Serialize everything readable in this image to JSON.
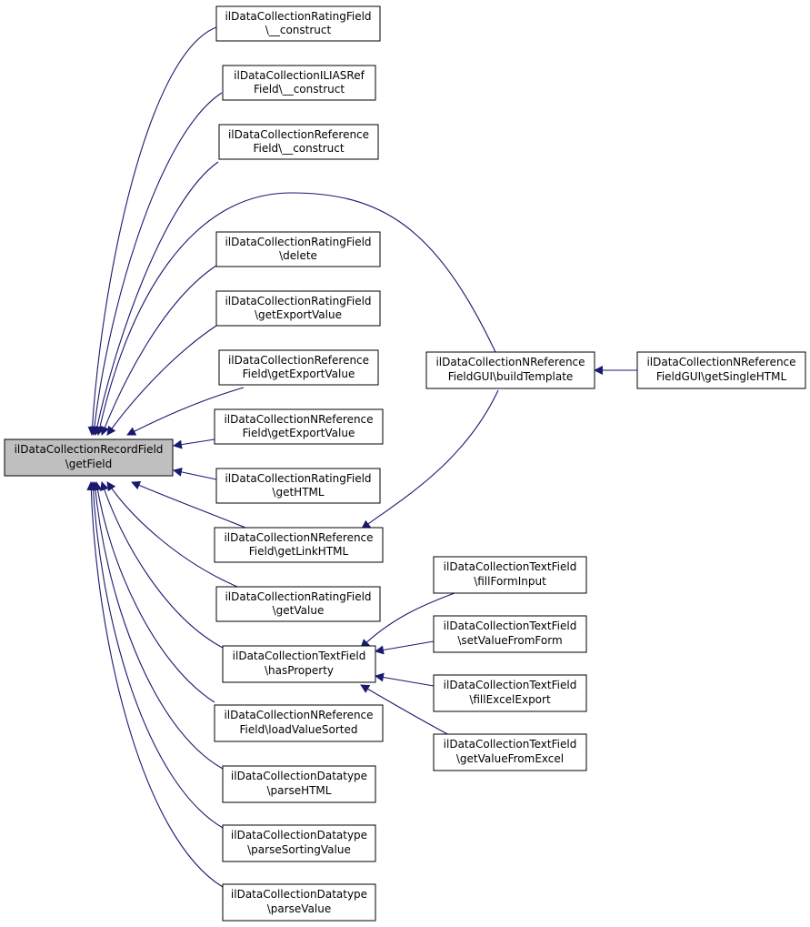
{
  "colors": {
    "edge": "#191970",
    "node_fill": "#ffffff",
    "node_highlight_fill": "#bfbfbf",
    "node_border": "#000000"
  },
  "nodes": [
    {
      "id": "root",
      "line1": "ilDataCollectionRecordField",
      "line2": "\\getField",
      "highlight": true
    },
    {
      "id": "rating-construct",
      "line1": "ilDataCollectionRatingField",
      "line2": "\\__construct"
    },
    {
      "id": "iliasref-construct",
      "line1": "ilDataCollectionILIASRef",
      "line2": "Field\\__construct"
    },
    {
      "id": "reference-construct",
      "line1": "ilDataCollectionReference",
      "line2": "Field\\__construct"
    },
    {
      "id": "rating-delete",
      "line1": "ilDataCollectionRatingField",
      "line2": "\\delete"
    },
    {
      "id": "rating-getexportvalue",
      "line1": "ilDataCollectionRatingField",
      "line2": "\\getExportValue"
    },
    {
      "id": "reference-getexportvalue",
      "line1": "ilDataCollectionReference",
      "line2": "Field\\getExportValue"
    },
    {
      "id": "nreference-getexportvalue",
      "line1": "ilDataCollectionNReference",
      "line2": "Field\\getExportValue"
    },
    {
      "id": "rating-gethtml",
      "line1": "ilDataCollectionRatingField",
      "line2": "\\getHTML"
    },
    {
      "id": "nreference-getlinkhtml",
      "line1": "ilDataCollectionNReference",
      "line2": "Field\\getLinkHTML"
    },
    {
      "id": "rating-getvalue",
      "line1": "ilDataCollectionRatingField",
      "line2": "\\getValue"
    },
    {
      "id": "text-hasproperty",
      "line1": "ilDataCollectionTextField",
      "line2": "\\hasProperty"
    },
    {
      "id": "nreference-loadvaluesorted",
      "line1": "ilDataCollectionNReference",
      "line2": "Field\\loadValueSorted"
    },
    {
      "id": "datatype-parsehtml",
      "line1": "ilDataCollectionDatatype",
      "line2": "\\parseHTML"
    },
    {
      "id": "datatype-parsesortingvalue",
      "line1": "ilDataCollectionDatatype",
      "line2": "\\parseSortingValue"
    },
    {
      "id": "datatype-parsevalue",
      "line1": "ilDataCollectionDatatype",
      "line2": "\\parseValue"
    },
    {
      "id": "nrefgui-buildtemplate",
      "line1": "ilDataCollectionNReference",
      "line2": "FieldGUI\\buildTemplate"
    },
    {
      "id": "nrefgui-getsinglehtml",
      "line1": "ilDataCollectionNReference",
      "line2": "FieldGUI\\getSingleHTML"
    },
    {
      "id": "text-fillforminput",
      "line1": "ilDataCollectionTextField",
      "line2": "\\fillFormInput"
    },
    {
      "id": "text-setvaluefromform",
      "line1": "ilDataCollectionTextField",
      "line2": "\\setValueFromForm"
    },
    {
      "id": "text-fillexcelexport",
      "line1": "ilDataCollectionTextField",
      "line2": "\\fillExcelExport"
    },
    {
      "id": "text-getvaluefromexcel",
      "line1": "ilDataCollectionTextField",
      "line2": "\\getValueFromExcel"
    }
  ]
}
